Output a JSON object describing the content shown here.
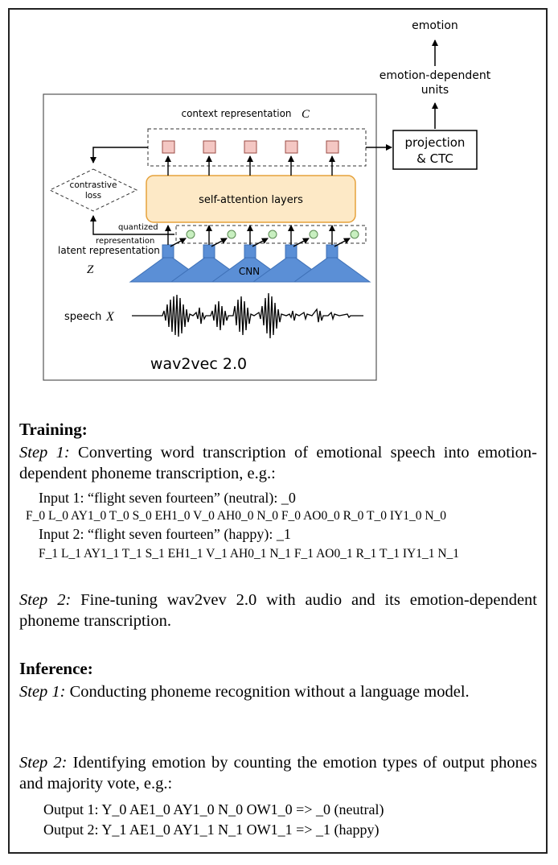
{
  "diagram": {
    "output_emotion": "emotion",
    "emotion_units_line1": "emotion-dependent",
    "emotion_units_line2": "units",
    "projection_line1": "projection",
    "projection_line2": "& CTC",
    "context_label": "context representation",
    "context_symbol": "C",
    "contrastive_line1": "contrastive",
    "contrastive_line2": "loss",
    "self_attention": "self-attention layers",
    "quantized_line1": "quantized",
    "quantized_line2": "representation",
    "latent_label": "latent  representation",
    "latent_symbol": "Z",
    "cnn": "CNN",
    "speech_label": "speech",
    "speech_symbol": "X",
    "model_name": "wav2vec 2.0",
    "colors": {
      "context_square": "#f4c7c3",
      "attention_fill": "#fde9c6",
      "attention_border": "#e6a23c",
      "cnn_blue": "#5b8fd6",
      "quantized_dot": "#c8efc0"
    }
  },
  "training": {
    "heading": "Training:",
    "step1_label": "Step 1:",
    "step1_text": " Converting word transcription of emotional speech into emotion-dependent phoneme transcription, e.g.:",
    "input1": "Input 1: “flight seven fourteen” (neutral):  _0",
    "input1_phones": "F_0 L_0 AY1_0 T_0 S_0 EH1_0 V_0 AH0_0 N_0 F_0 AO0_0 R_0 T_0 IY1_0 N_0",
    "input2": "Input 2: “flight seven fourteen” (happy):  _1",
    "input2_phones": "F_1 L_1 AY1_1 T_1 S_1 EH1_1 V_1 AH0_1 N_1 F_1 AO0_1 R_1 T_1 IY1_1 N_1",
    "step2_label": "Step 2:",
    "step2_text": " Fine-tuning wav2vev 2.0 with audio and its emotion-dependent phoneme transcription."
  },
  "inference": {
    "heading": "Inference:",
    "step1_label": "Step 1:",
    "step1_text": " Conducting phoneme recognition without a language model.",
    "step2_label": "Step 2:",
    "step2_text": " Identifying emotion by counting the emotion types of output phones and majority vote, e.g.:",
    "output1": "Output 1: Y_0 AE1_0 AY1_0 N_0 OW1_0  => _0 (neutral)",
    "output2": "Output 2: Y_1 AE1_0 AY1_1 N_1 OW1_1  => _1 (happy)"
  }
}
